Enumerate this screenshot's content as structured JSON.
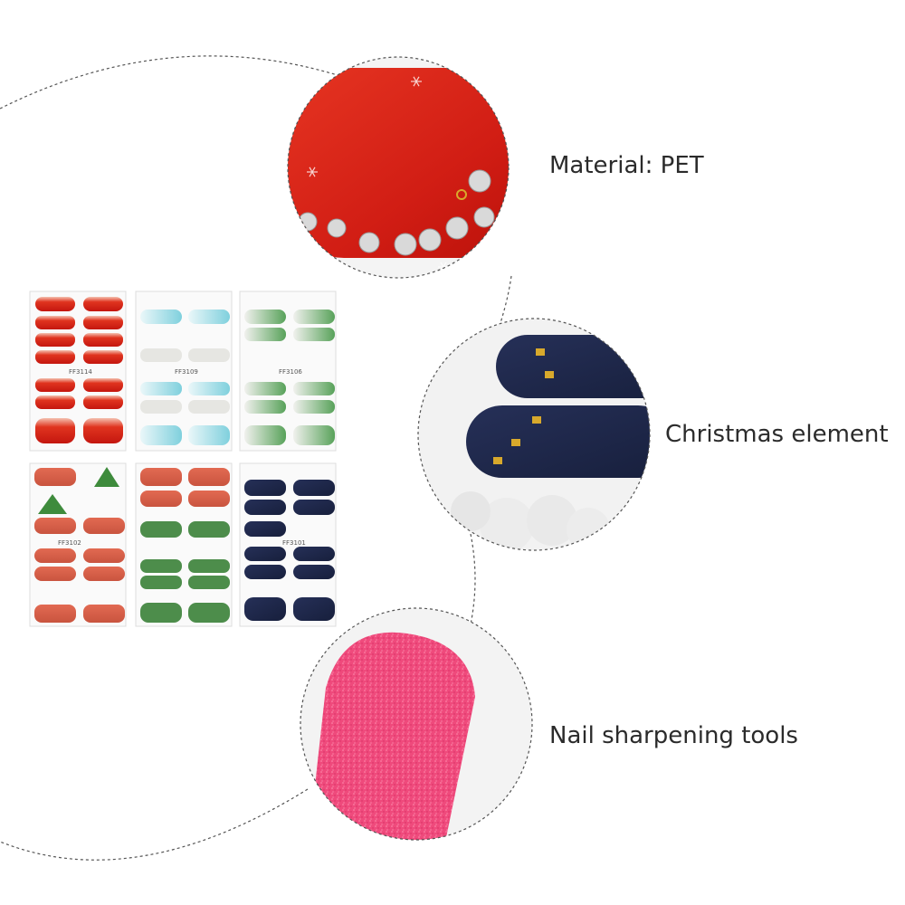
{
  "features": {
    "material": "Material: PET",
    "christmas": "Christmas element",
    "nail_tools": "Nail sharpening tools"
  },
  "sheets": [
    {
      "code": "FF3114",
      "theme": "red-gradient-snowflakes"
    },
    {
      "code": "FF3109",
      "theme": "ice-blue-reindeer"
    },
    {
      "code": "FF3106",
      "theme": "green-forest"
    },
    {
      "code": "FF3102",
      "theme": "red-christmas-tree"
    },
    {
      "code": "",
      "theme": "coral-green-reindeer"
    },
    {
      "code": "FF3101",
      "theme": "navy-snowflakes"
    }
  ],
  "colors": {
    "red": "#d8221a",
    "navy": "#1e2748",
    "pink_file": "#f0477a",
    "ice_blue": "#8fd6e2",
    "green": "#3e8b3c",
    "gold": "#d8a92c"
  },
  "icons": [
    "snowflake-icon",
    "reindeer-icon",
    "christmas-tree-icon",
    "rhinestone-icon"
  ]
}
